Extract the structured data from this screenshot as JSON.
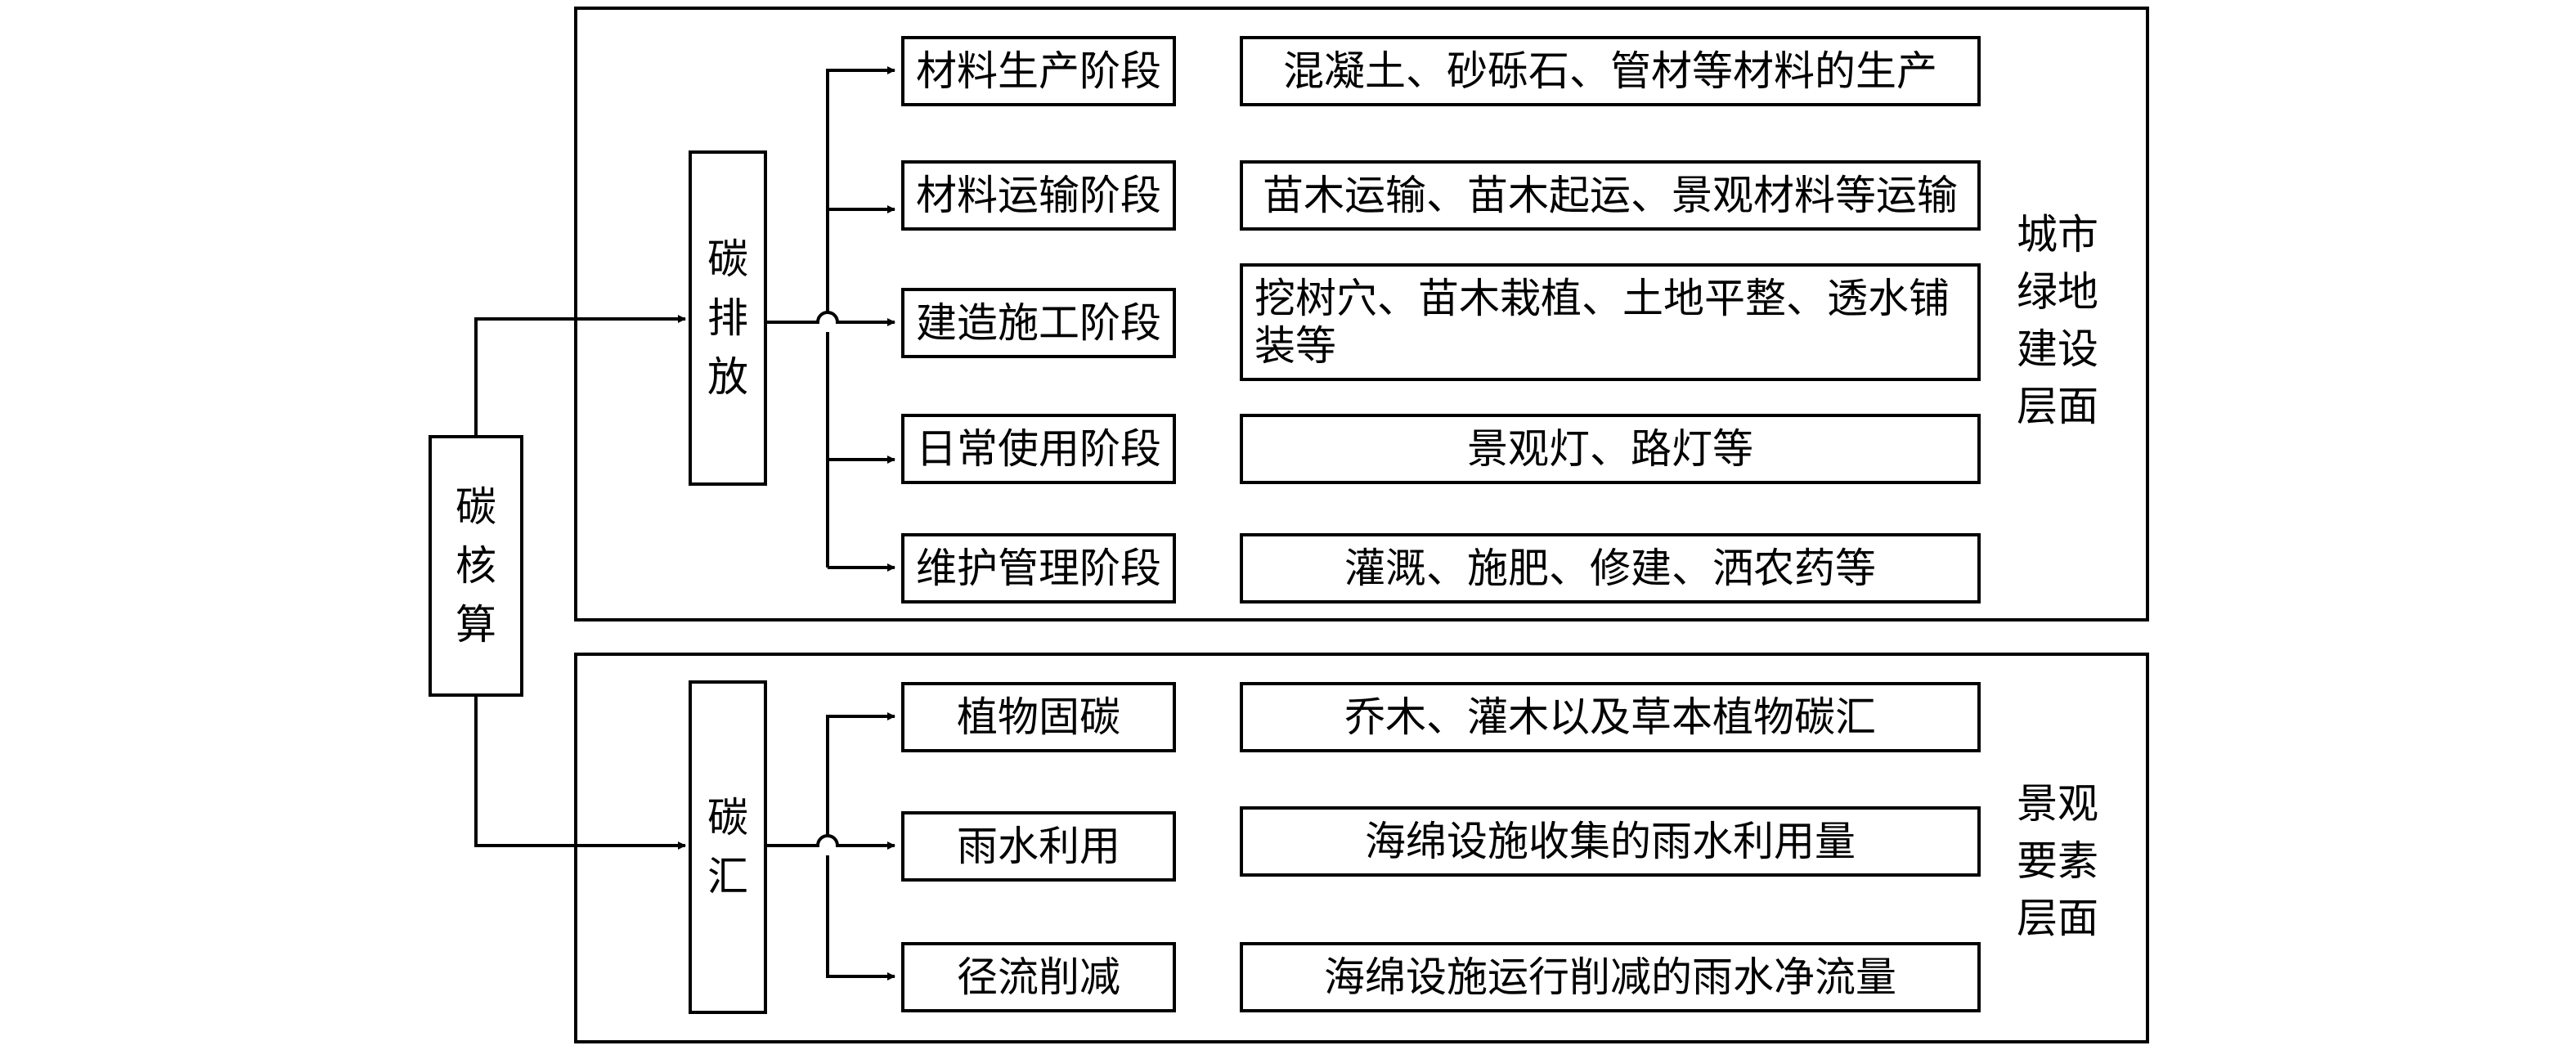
{
  "root": {
    "label": "碳核算"
  },
  "emission": {
    "label": "碳排放",
    "layer_label": "城市绿地建设层面",
    "rows": [
      {
        "stage": "材料生产阶段",
        "desc": "混凝土、砂砾石、管材等材料的生产"
      },
      {
        "stage": "材料运输阶段",
        "desc": "苗木运输、苗木起运、景观材料等运输"
      },
      {
        "stage": "建造施工阶段",
        "desc": "挖树穴、苗木栽植、土地平整、透水铺装等"
      },
      {
        "stage": "日常使用阶段",
        "desc": "景观灯、路灯等"
      },
      {
        "stage": "维护管理阶段",
        "desc": "灌溉、施肥、修建、洒农药等"
      }
    ]
  },
  "sink": {
    "label": "碳汇",
    "layer_label": "景观要素层面",
    "rows": [
      {
        "stage": "植物固碳",
        "desc": "乔木、灌木以及草本植物碳汇"
      },
      {
        "stage": "雨水利用",
        "desc": "海绵设施收集的雨水利用量"
      },
      {
        "stage": "径流削减",
        "desc": "海绵设施运行削减的雨水净流量"
      }
    ]
  }
}
